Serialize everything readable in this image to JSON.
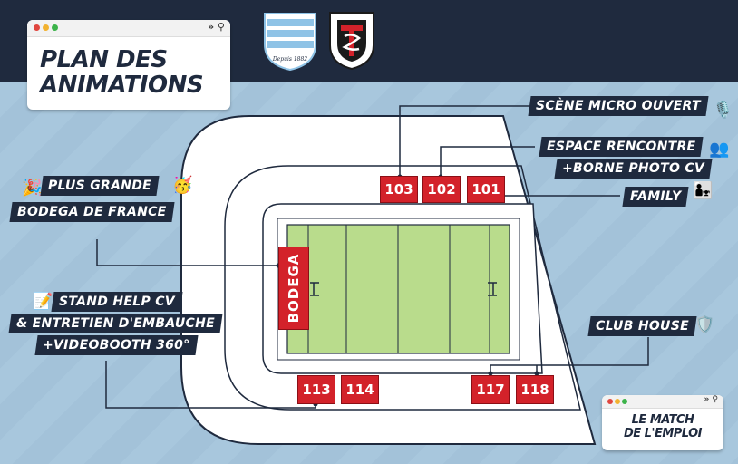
{
  "title": {
    "line1": "PLAN DES",
    "line2": "ANIMATIONS"
  },
  "badge": {
    "line1": "LE MATCH",
    "line2": "DE L'EMPLOI"
  },
  "logos": {
    "racing": "Racing 92 crest",
    "racing_text": "Depuis 1882",
    "toulouse": "Stade Toulousain crest"
  },
  "labels": {
    "scene_micro": "SCÈNE MICRO OUVERT",
    "espace_line1": "ESPACE RENCONTRE",
    "espace_line2": "+BORNE PHOTO CV",
    "family": "FAMILY",
    "bodega_line1": "PLUS GRANDE",
    "bodega_line2": "BODEGA DE FRANCE",
    "stand_line1": "STAND HELP CV",
    "stand_line2": "& ENTRETIEN D'EMBAUCHE",
    "stand_line3": "+VIDEOBOOTH 360°",
    "club_house": "CLUB HOUSE"
  },
  "sections": {
    "s103": "103",
    "s102": "102",
    "s101": "101",
    "s113": "113",
    "s114": "114",
    "s117": "117",
    "s118": "118",
    "bodega": "BODEGA"
  },
  "icons": {
    "window": "window-controls-icon",
    "scene": "microphone-icon",
    "espace": "people-icon",
    "family": "family-icon",
    "party": "party-popper-icon",
    "face": "party-face-icon",
    "memo": "memo-icon",
    "club": "shield-icon"
  },
  "colors": {
    "navy": "#1f2a3e",
    "red": "#d3222a",
    "pitch": "#b9dc8c",
    "background": "#a9c8de"
  }
}
